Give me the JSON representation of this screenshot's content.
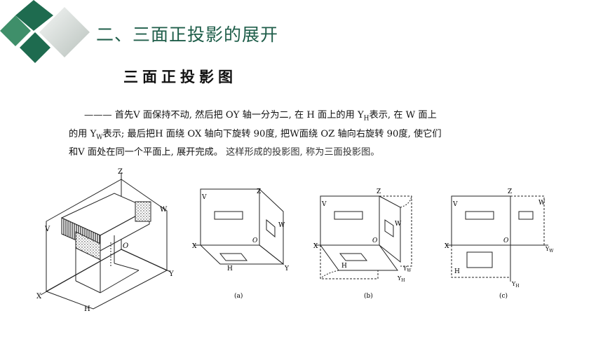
{
  "slide": {
    "title": "二、三面正投影的展开",
    "subtitle": "三面正投影图",
    "colors": {
      "title": "#1f5e4a",
      "logo_dark": "#1e6b4f",
      "logo_mid": "#3f8f6a",
      "logo_light": "#cfd6d2"
    }
  },
  "paragraph": {
    "dash": "———",
    "l1_a": " 首先V 面保持不动, 然后把 OY 轴一分为二, 在 H 面上的用 Y",
    "l1_sub": "H",
    "l1_b": "表示, 在 W 面上",
    "l2_a": "的用 Y",
    "l2_sub": "W",
    "l2_b": "表示; 最后把H 面绕 OX 轴向下旋转 90度, 把W面绕 OZ 轴向右旋转 90度,  使它们",
    "l3_a": "和V 面处在同一个平面上, 展开完成。",
    "l3_b": "  这样形成的投影图, 称为三面投影图。"
  },
  "figures": {
    "iso": {
      "z": "Z",
      "v": "V",
      "w": "W",
      "o": "O",
      "x": "X",
      "y": "Y",
      "h": "H"
    },
    "a": {
      "caption": "(a)",
      "v": "V",
      "z": "Z",
      "w": "W",
      "x": "X",
      "o": "O",
      "h": "H",
      "y": "Y"
    },
    "b": {
      "caption": "(b)",
      "v": "V",
      "z": "Z",
      "w": "W",
      "x": "X",
      "o": "O",
      "h": "H",
      "yw": "Y",
      "yw_sub": "W",
      "yh": "Y",
      "yh_sub": "H"
    },
    "c": {
      "caption": "(c)",
      "v": "V",
      "z": "Z",
      "w": "W",
      "x": "X",
      "o": "O",
      "h": "H",
      "yw": "Y",
      "yw_sub": "W",
      "yh": "Y",
      "yh_sub": "H"
    }
  }
}
